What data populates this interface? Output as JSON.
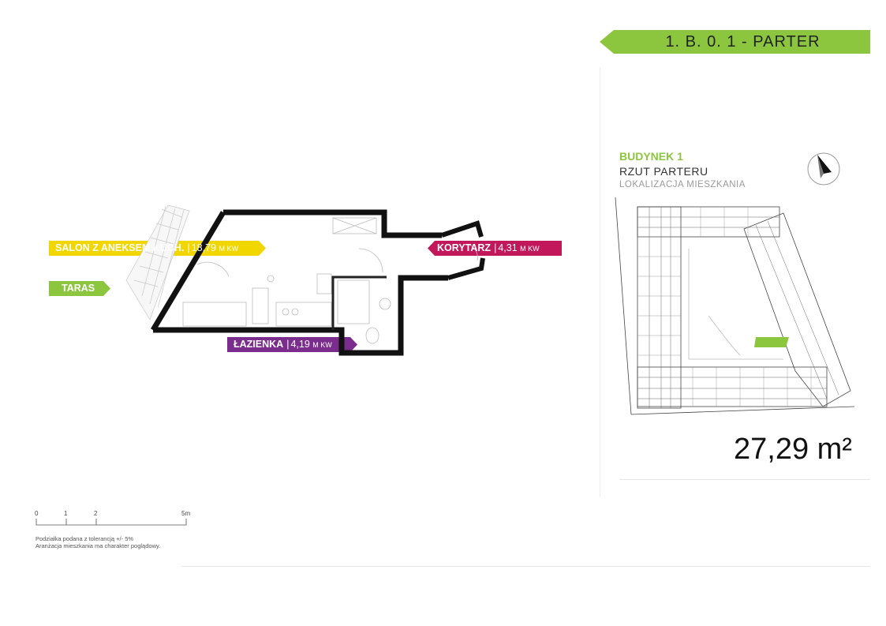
{
  "header": {
    "title": "1. B. 0. 1 -  PARTER"
  },
  "rooms": [
    {
      "name": "SALON Z ANEKSEM KUCH.",
      "area": "18,79",
      "unit": "M KW",
      "color": "#f2d600"
    },
    {
      "name": "TARAS",
      "area": "",
      "unit": "",
      "color": "#8cc63f"
    },
    {
      "name": "KORYTARZ",
      "area": "4,31",
      "unit": "M KW",
      "color": "#c2185b"
    },
    {
      "name": "ŁAZIENKA",
      "area": "4,19",
      "unit": "M KW",
      "color": "#7b2d8e"
    }
  ],
  "building": {
    "title": "BUDYNEK 1",
    "subtitle": "RZUT PARTERU",
    "caption": "LOKALIZACJA MIESZKANIA",
    "highlight_color": "#8cc63f"
  },
  "total_area": "27,29 m²",
  "scale": {
    "ticks": [
      "0",
      "1",
      "2",
      "5m"
    ]
  },
  "note": {
    "line1": "Podziałka podana z tolerancją +/- 5%",
    "line2": "Aranżacja mieszkania ma charakter poglądowy."
  },
  "icons": {
    "compass": "north-arrow-icon"
  }
}
